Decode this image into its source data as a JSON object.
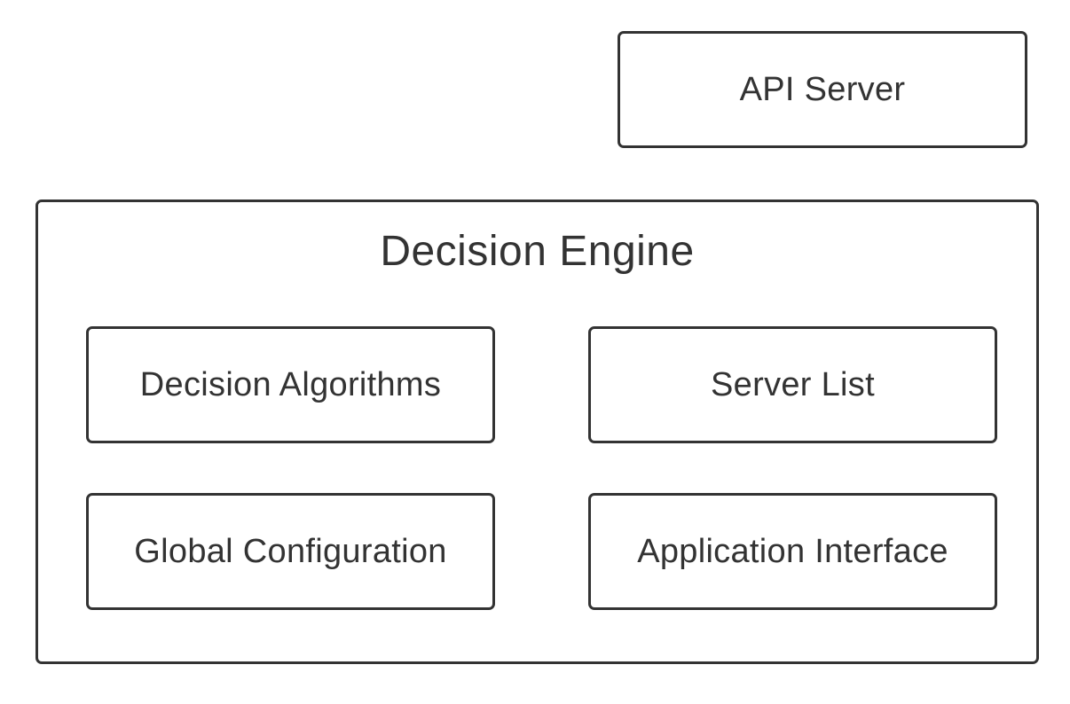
{
  "api_server": {
    "label": "API Server"
  },
  "engine": {
    "title": "Decision Engine",
    "modules": {
      "algorithms": "Decision Algorithms",
      "server_list": "Server List",
      "global_config": "Global Configuration",
      "app_interface": "Application Interface"
    }
  },
  "colors": {
    "stroke": "#333333",
    "text": "#333333",
    "background": "#ffffff"
  }
}
